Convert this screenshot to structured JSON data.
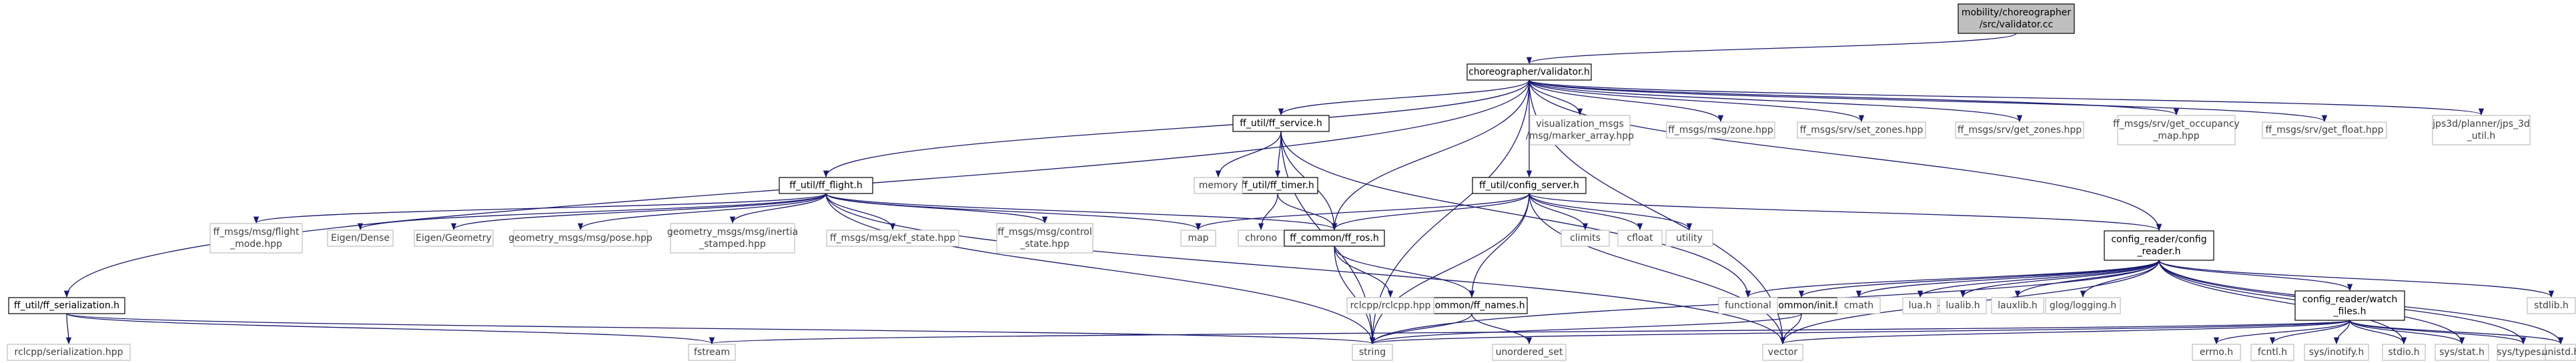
{
  "colors": {
    "edge": "#191970",
    "node_border_dark": "#000000",
    "node_border_light": "#bfbfbf",
    "root_fill": "#bfbfbf",
    "node_fill": "#ffffff",
    "text_dark": "#000000",
    "text_light": "#404040"
  },
  "nodes": [
    {
      "id": "validator_cc",
      "lines": [
        "mobility/choreographer",
        "/src/validator.cc"
      ],
      "style": "root"
    },
    {
      "id": "validator_h",
      "lines": [
        "choreographer/validator.h"
      ],
      "style": "dark"
    },
    {
      "id": "ff_serialization_h",
      "lines": [
        "ff_util/ff_serialization.h"
      ],
      "style": "dark"
    },
    {
      "id": "ff_flight_h",
      "lines": [
        "ff_util/ff_flight.h"
      ],
      "style": "dark"
    },
    {
      "id": "ff_service_h",
      "lines": [
        "ff_util/ff_service.h"
      ],
      "style": "dark"
    },
    {
      "id": "ff_timer_h",
      "lines": [
        "ff_util/ff_timer.h"
      ],
      "style": "dark"
    },
    {
      "id": "config_server_h",
      "lines": [
        "ff_util/config_server.h"
      ],
      "style": "dark"
    },
    {
      "id": "ff_ros_h",
      "lines": [
        "ff_common/ff_ros.h"
      ],
      "style": "dark"
    },
    {
      "id": "ff_names_h",
      "lines": [
        "ff_common/ff_names.h"
      ],
      "style": "dark"
    },
    {
      "id": "init_h",
      "lines": [
        "ff_common/init.h"
      ],
      "style": "dark"
    },
    {
      "id": "config_reader_h",
      "lines": [
        "config_reader/config",
        "_reader.h"
      ],
      "style": "dark"
    },
    {
      "id": "watch_files_h",
      "lines": [
        "config_reader/watch",
        "_files.h"
      ],
      "style": "dark"
    },
    {
      "id": "marker_array",
      "lines": [
        "visualization_msgs",
        "/msg/marker_array.hpp"
      ],
      "style": "light"
    },
    {
      "id": "zone_hpp",
      "lines": [
        "ff_msgs/msg/zone.hpp"
      ],
      "style": "light"
    },
    {
      "id": "set_zones",
      "lines": [
        "ff_msgs/srv/set_zones.hpp"
      ],
      "style": "light"
    },
    {
      "id": "get_zones",
      "lines": [
        "ff_msgs/srv/get_zones.hpp"
      ],
      "style": "light"
    },
    {
      "id": "get_occupancy",
      "lines": [
        "ff_msgs/srv/get_occupancy",
        "_map.hpp"
      ],
      "style": "light"
    },
    {
      "id": "get_float",
      "lines": [
        "ff_msgs/srv/get_float.hpp"
      ],
      "style": "light"
    },
    {
      "id": "jps3d_util",
      "lines": [
        "jps3d/planner/jps_3d",
        "_util.h"
      ],
      "style": "light"
    },
    {
      "id": "memory",
      "lines": [
        "memory"
      ],
      "style": "light"
    },
    {
      "id": "flight_mode",
      "lines": [
        "ff_msgs/msg/flight",
        "_mode.hpp"
      ],
      "style": "light"
    },
    {
      "id": "eigen_dense",
      "lines": [
        "Eigen/Dense"
      ],
      "style": "light"
    },
    {
      "id": "eigen_geometry",
      "lines": [
        "Eigen/Geometry"
      ],
      "style": "light"
    },
    {
      "id": "pose_hpp",
      "lines": [
        "geometry_msgs/msg/pose.hpp"
      ],
      "style": "light"
    },
    {
      "id": "inertia_stamped",
      "lines": [
        "geometry_msgs/msg/inertia",
        "_stamped.hpp"
      ],
      "style": "light"
    },
    {
      "id": "ekf_state",
      "lines": [
        "ff_msgs/msg/ekf_state.hpp"
      ],
      "style": "light"
    },
    {
      "id": "control_state",
      "lines": [
        "ff_msgs/msg/control",
        "_state.hpp"
      ],
      "style": "light"
    },
    {
      "id": "map",
      "lines": [
        "map"
      ],
      "style": "light"
    },
    {
      "id": "chrono",
      "lines": [
        "chrono"
      ],
      "style": "light"
    },
    {
      "id": "climits",
      "lines": [
        "climits"
      ],
      "style": "light"
    },
    {
      "id": "cfloat",
      "lines": [
        "cfloat"
      ],
      "style": "light"
    },
    {
      "id": "utility",
      "lines": [
        "utility"
      ],
      "style": "light"
    },
    {
      "id": "rclcpp_hpp",
      "lines": [
        "rclcpp/rclcpp.hpp"
      ],
      "style": "light"
    },
    {
      "id": "functional",
      "lines": [
        "functional"
      ],
      "style": "light"
    },
    {
      "id": "cmath",
      "lines": [
        "cmath"
      ],
      "style": "light"
    },
    {
      "id": "lua_h",
      "lines": [
        "lua.h"
      ],
      "style": "light"
    },
    {
      "id": "lualib_h",
      "lines": [
        "lualib.h"
      ],
      "style": "light"
    },
    {
      "id": "lauxlib_h",
      "lines": [
        "lauxlib.h"
      ],
      "style": "light"
    },
    {
      "id": "logging_h",
      "lines": [
        "glog/logging.h"
      ],
      "style": "light"
    },
    {
      "id": "stdlib_h",
      "lines": [
        "stdlib.h"
      ],
      "style": "light"
    },
    {
      "id": "rclcpp_serialization",
      "lines": [
        "rclcpp/serialization.hpp"
      ],
      "style": "light"
    },
    {
      "id": "fstream",
      "lines": [
        "fstream"
      ],
      "style": "light"
    },
    {
      "id": "string",
      "lines": [
        "string"
      ],
      "style": "light"
    },
    {
      "id": "vector",
      "lines": [
        "vector"
      ],
      "style": "light"
    },
    {
      "id": "unordered_set",
      "lines": [
        "unordered_set"
      ],
      "style": "light"
    },
    {
      "id": "errno_h",
      "lines": [
        "errno.h"
      ],
      "style": "light"
    },
    {
      "id": "fcntl_h",
      "lines": [
        "fcntl.h"
      ],
      "style": "light"
    },
    {
      "id": "inotify_h",
      "lines": [
        "sys/inotify.h"
      ],
      "style": "light"
    },
    {
      "id": "stdio_h",
      "lines": [
        "stdio.h"
      ],
      "style": "light"
    },
    {
      "id": "stat_h",
      "lines": [
        "sys/stat.h"
      ],
      "style": "light"
    },
    {
      "id": "types_h",
      "lines": [
        "sys/types.h"
      ],
      "style": "light"
    },
    {
      "id": "unistd_h",
      "lines": [
        "unistd.h"
      ],
      "style": "light"
    }
  ],
  "edges": [
    [
      "validator_cc",
      "validator_h"
    ],
    [
      "validator_h",
      "ff_serialization_h"
    ],
    [
      "validator_h",
      "ff_flight_h"
    ],
    [
      "validator_h",
      "ff_service_h"
    ],
    [
      "validator_h",
      "config_server_h"
    ],
    [
      "validator_h",
      "ff_ros_h"
    ],
    [
      "validator_h",
      "marker_array"
    ],
    [
      "validator_h",
      "zone_hpp"
    ],
    [
      "validator_h",
      "set_zones"
    ],
    [
      "validator_h",
      "get_zones"
    ],
    [
      "validator_h",
      "get_occupancy"
    ],
    [
      "validator_h",
      "get_float"
    ],
    [
      "validator_h",
      "jps3d_util"
    ],
    [
      "validator_h",
      "string"
    ],
    [
      "validator_h",
      "vector"
    ],
    [
      "validator_h",
      "config_reader_h"
    ],
    [
      "ff_serialization_h",
      "rclcpp_serialization"
    ],
    [
      "ff_serialization_h",
      "fstream"
    ],
    [
      "ff_serialization_h",
      "string"
    ],
    [
      "ff_flight_h",
      "flight_mode"
    ],
    [
      "ff_flight_h",
      "eigen_dense"
    ],
    [
      "ff_flight_h",
      "eigen_geometry"
    ],
    [
      "ff_flight_h",
      "pose_hpp"
    ],
    [
      "ff_flight_h",
      "inertia_stamped"
    ],
    [
      "ff_flight_h",
      "ekf_state"
    ],
    [
      "ff_flight_h",
      "control_state"
    ],
    [
      "ff_flight_h",
      "map"
    ],
    [
      "ff_flight_h",
      "ff_ros_h"
    ],
    [
      "ff_flight_h",
      "string"
    ],
    [
      "ff_flight_h",
      "vector"
    ],
    [
      "ff_service_h",
      "memory"
    ],
    [
      "ff_service_h",
      "ff_timer_h"
    ],
    [
      "ff_service_h",
      "ff_ros_h"
    ],
    [
      "ff_service_h",
      "functional"
    ],
    [
      "ff_service_h",
      "string"
    ],
    [
      "ff_timer_h",
      "chrono"
    ],
    [
      "ff_timer_h",
      "ff_ros_h"
    ],
    [
      "config_server_h",
      "map"
    ],
    [
      "config_server_h",
      "ff_ros_h"
    ],
    [
      "config_server_h",
      "climits"
    ],
    [
      "config_server_h",
      "cfloat"
    ],
    [
      "config_server_h",
      "utility"
    ],
    [
      "config_server_h",
      "ff_names_h"
    ],
    [
      "config_server_h",
      "config_reader_h"
    ],
    [
      "config_server_h",
      "string"
    ],
    [
      "config_server_h",
      "vector"
    ],
    [
      "ff_ros_h",
      "rclcpp_hpp"
    ],
    [
      "ff_ros_h",
      "ff_names_h"
    ],
    [
      "ff_ros_h",
      "string"
    ],
    [
      "ff_names_h",
      "string"
    ],
    [
      "ff_names_h",
      "unordered_set"
    ],
    [
      "config_reader_h",
      "functional"
    ],
    [
      "config_reader_h",
      "init_h"
    ],
    [
      "config_reader_h",
      "cmath"
    ],
    [
      "config_reader_h",
      "lua_h"
    ],
    [
      "config_reader_h",
      "lualib_h"
    ],
    [
      "config_reader_h",
      "lauxlib_h"
    ],
    [
      "config_reader_h",
      "logging_h"
    ],
    [
      "config_reader_h",
      "watch_files_h"
    ],
    [
      "config_reader_h",
      "stdlib_h"
    ],
    [
      "config_reader_h",
      "unistd_h"
    ],
    [
      "config_reader_h",
      "types_h"
    ],
    [
      "config_reader_h",
      "stat_h"
    ],
    [
      "config_reader_h",
      "stdio_h"
    ],
    [
      "config_reader_h",
      "string"
    ],
    [
      "config_reader_h",
      "vector"
    ],
    [
      "init_h",
      "string"
    ],
    [
      "init_h",
      "vector"
    ],
    [
      "watch_files_h",
      "errno_h"
    ],
    [
      "watch_files_h",
      "fcntl_h"
    ],
    [
      "watch_files_h",
      "inotify_h"
    ],
    [
      "watch_files_h",
      "stdio_h"
    ],
    [
      "watch_files_h",
      "stat_h"
    ],
    [
      "watch_files_h",
      "types_h"
    ],
    [
      "watch_files_h",
      "unistd_h"
    ],
    [
      "watch_files_h",
      "fstream"
    ],
    [
      "watch_files_h",
      "string"
    ],
    [
      "watch_files_h",
      "vector"
    ]
  ]
}
